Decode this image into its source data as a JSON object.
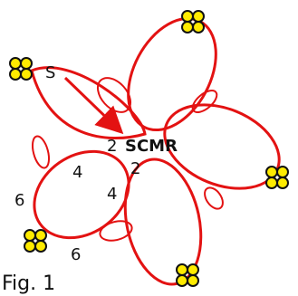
{
  "diagram": {
    "labels": {
      "start": "S",
      "center": "SCMR",
      "count_near_center_top": "2",
      "count_near_center_bottom": "2",
      "count_left_upper": "4",
      "count_left_lower": "4",
      "count_far_left": "6",
      "count_bottom": "6"
    },
    "caption": "Fig. 1"
  },
  "colors": {
    "thread": "#e31212",
    "bead_fill": "#ffeb00",
    "bead_outline": "#111111",
    "text": "#111111",
    "background": "#ffffff"
  },
  "icons": {
    "bead_cluster": "yellow-picot-bead-cluster-icon",
    "direction_arrow": "arrow-icon"
  }
}
